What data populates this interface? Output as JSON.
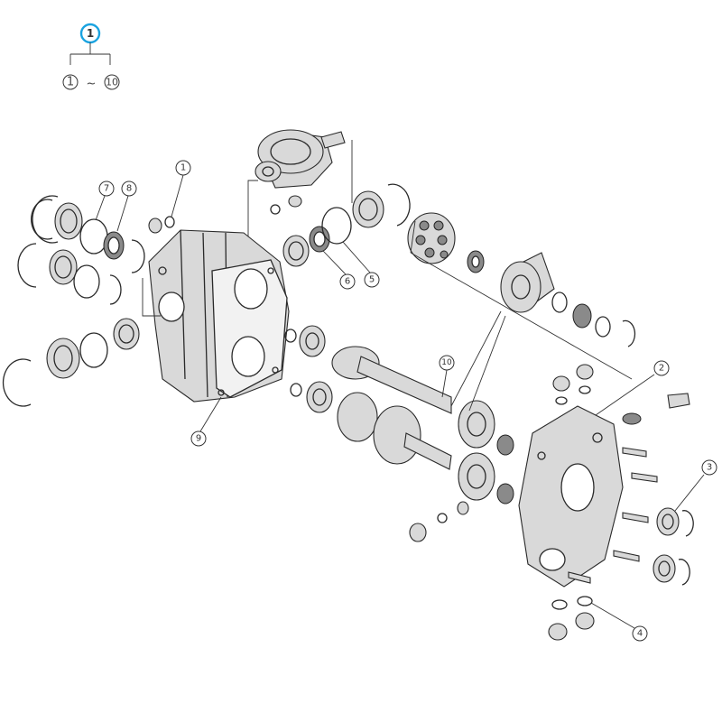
{
  "header": {
    "assembly_number": "1",
    "range_start": "1",
    "range_separator": "~",
    "range_end": "10"
  },
  "callouts": [
    {
      "id": "1",
      "label": "1"
    },
    {
      "id": "2",
      "label": "2"
    },
    {
      "id": "3",
      "label": "3"
    },
    {
      "id": "4",
      "label": "4"
    },
    {
      "id": "5",
      "label": "5"
    },
    {
      "id": "6",
      "label": "6"
    },
    {
      "id": "7",
      "label": "7"
    },
    {
      "id": "8",
      "label": "8"
    },
    {
      "id": "9",
      "label": "9"
    },
    {
      "id": "10",
      "label": "10"
    }
  ],
  "colors": {
    "highlight": "#1aa3e0",
    "line": "#2a2a2a"
  }
}
